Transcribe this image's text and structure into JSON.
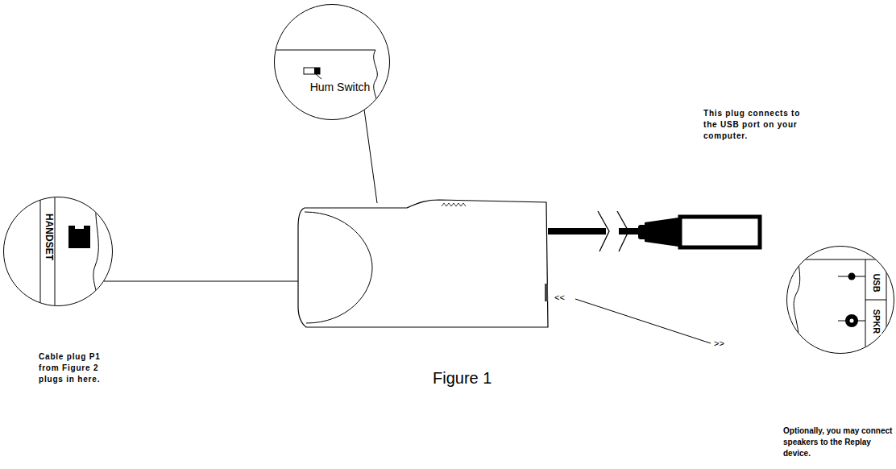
{
  "diagram": {
    "caption": "Figure 1",
    "nodes": [
      {
        "text": [
          "Hum Switch"
        ]
      },
      {
        "text": [
          "HANDSET"
        ]
      },
      {
        "text": [
          "USB",
          "SPKR"
        ]
      }
    ],
    "labels": [
      "This plug connects to the USB port on your computer.",
      "Cable plug P1 from Figure 2 plugs in here.",
      "Optionally, you may connect speakers to the Replay device.",
      "<<",
      ">>"
    ]
  }
}
